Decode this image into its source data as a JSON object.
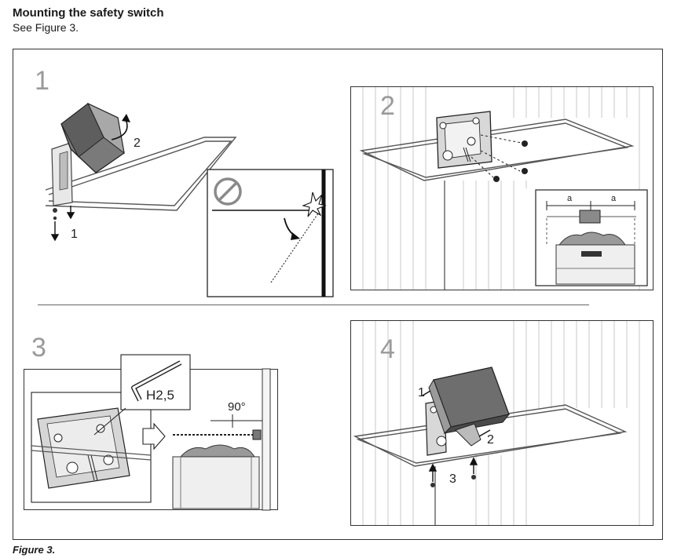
{
  "header": {
    "title": "Mounting the safety switch",
    "subtitle": "See Figure 3."
  },
  "caption": "Figure 3.",
  "steps": [
    {
      "number": "1",
      "callouts": [
        "2",
        "1"
      ]
    },
    {
      "number": "2",
      "dimension_labels": [
        "a",
        "a"
      ]
    },
    {
      "number": "3",
      "tool_label": "H2,5",
      "angle_label": "90°"
    },
    {
      "number": "4",
      "callouts": [
        "1",
        "2",
        "3"
      ]
    }
  ],
  "icons": {
    "prohibited": "prohibition-icon",
    "screw": "screw-icon",
    "hex_key": "hex-key-icon"
  }
}
